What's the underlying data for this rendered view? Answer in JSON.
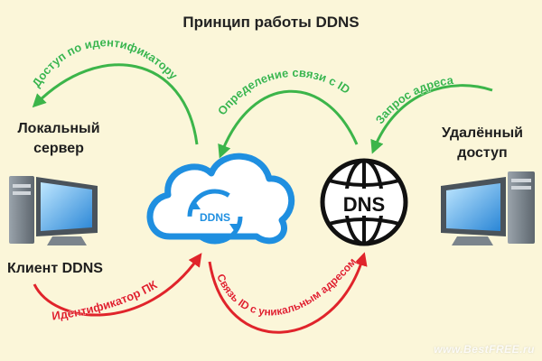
{
  "title": "Принцип работы DDNS",
  "nodes": {
    "local_server": {
      "line1": "Локальный",
      "line2": "сервер"
    },
    "ddns_client": "Клиент DDNS",
    "remote_access": {
      "line1": "Удалённый",
      "line2": "доступ"
    },
    "cloud_label": "DDNS",
    "dns_label": "DNS"
  },
  "arrows": {
    "access_by_id": "Доступ по идентификатору",
    "link_definition": "Определение связи с ID",
    "address_request": "Запрос адреса",
    "pc_identifier": "Идентификатор ПК",
    "id_unique_address": "Связь ID с уникальным адресом"
  },
  "watermark": "www.BestFREE.ru",
  "colors": {
    "background": "#fbf6d9",
    "green_arrow": "#3cb54a",
    "red_arrow": "#e0242b",
    "cloud_blue": "#1f8fe0",
    "dark": "#1e1e1e"
  }
}
